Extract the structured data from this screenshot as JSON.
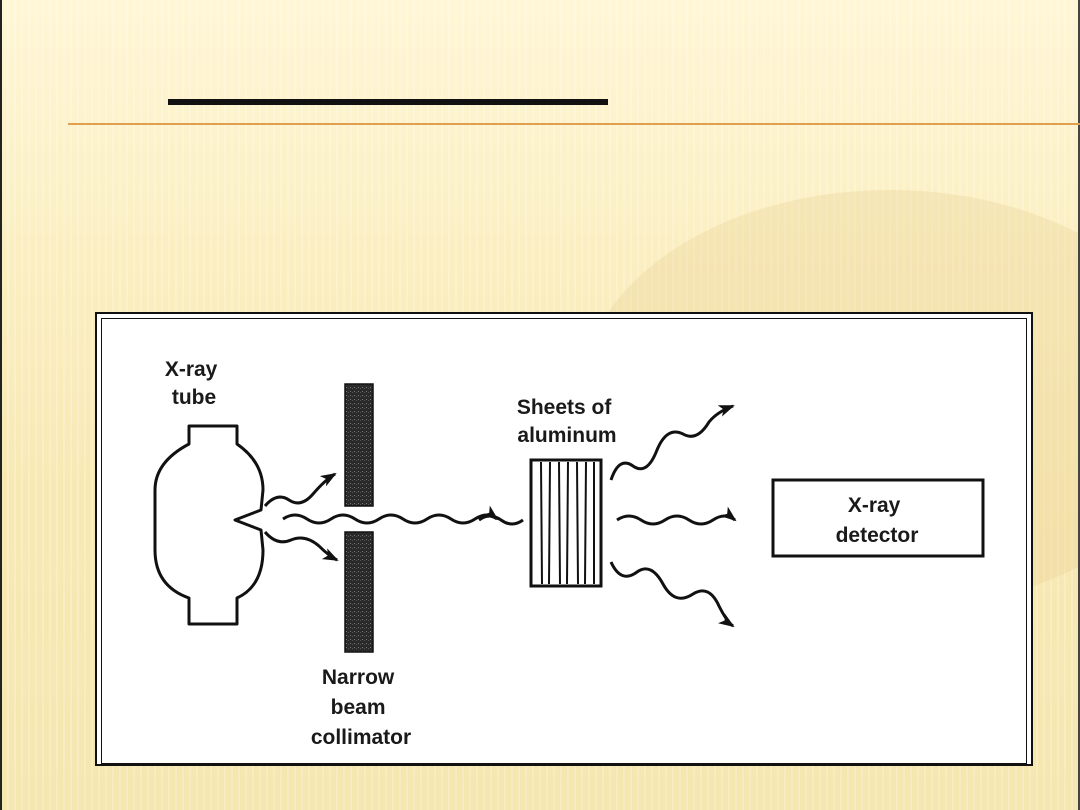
{
  "slide": {
    "title": "",
    "colors": {
      "background": "#fbefc2",
      "accent_rule": "#e0a050",
      "title_underline": "#111111"
    }
  },
  "diagram": {
    "labels": {
      "xray_tube": [
        "X-ray",
        "tube"
      ],
      "collimator": [
        "Narrow",
        "beam",
        "collimator"
      ],
      "aluminum": [
        "Sheets of",
        "aluminum"
      ],
      "detector": [
        "X-ray",
        "detector"
      ]
    }
  }
}
